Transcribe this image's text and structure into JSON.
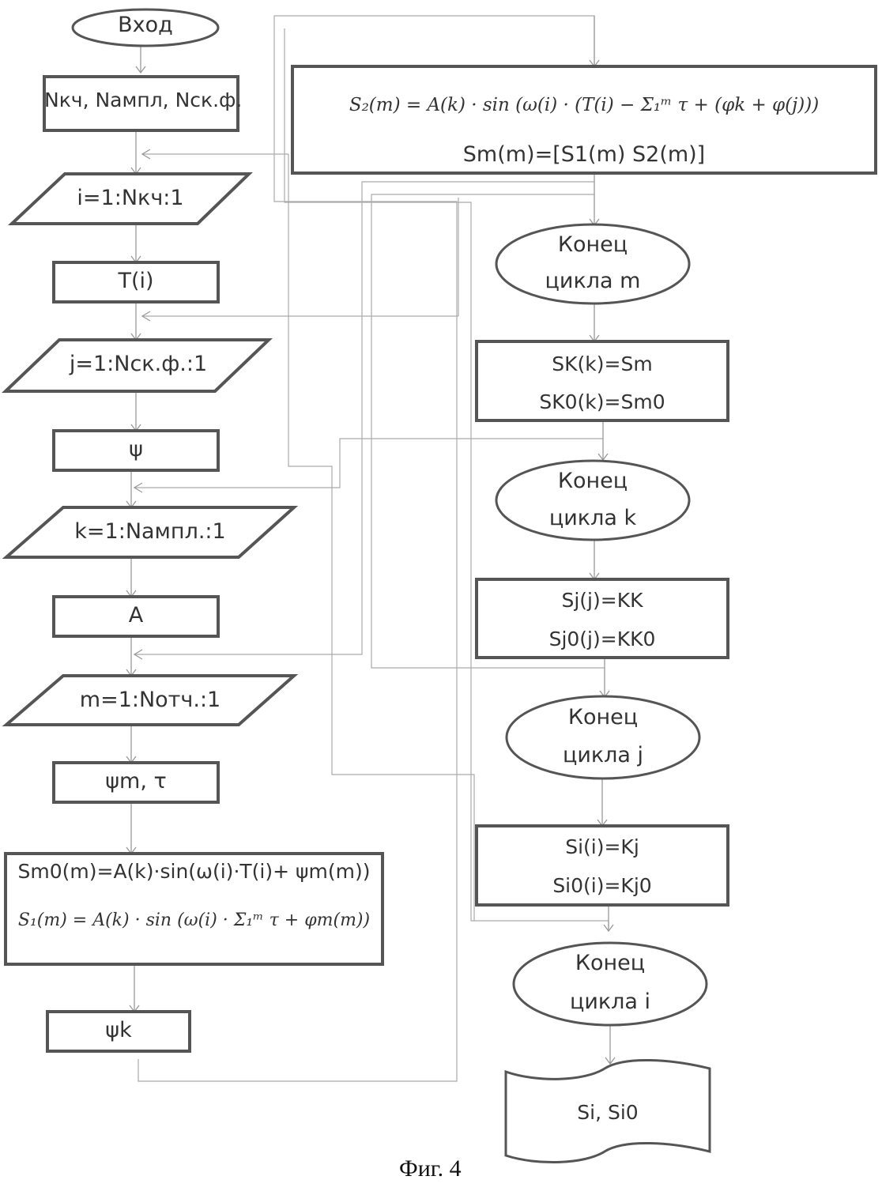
{
  "figure": {
    "caption": "Фиг. 4"
  },
  "nodes": {
    "start": {
      "text": "Вход"
    },
    "input_params": {
      "text": "Nкч, Nампл, Nск.ф."
    },
    "loop_i": {
      "text": "i=1:Nкч:1"
    },
    "period": {
      "text": "T(i)"
    },
    "loop_j": {
      "text": "j=1:Nск.ф.:1"
    },
    "psi": {
      "text": "ψ"
    },
    "loop_k": {
      "text": "k=1:Nампл.:1"
    },
    "amplitude": {
      "text": "A"
    },
    "loop_m": {
      "text": "m=1:Nотч.:1"
    },
    "psi_m_tau": {
      "text": "ψm, τ"
    },
    "compute_s1": {
      "line1": "Sm0(m)=A(k)·sin(ω(i)·T(i)+ ψm(m))",
      "line2": "S₁(m) = A(k) · sin (ω(i) · Σ₁ᵐ τ + φm(m))"
    },
    "psi_k": {
      "text": "ψk"
    },
    "compute_s2": {
      "line1": "S₂(m) = A(k) · sin (ω(i) · (T(i) − Σ₁ᵐ τ + (φk + φ(j)))",
      "line2": "Sm(m)=[S1(m) S2(m)]"
    },
    "end_m": {
      "line1": "Конец",
      "line2": "цикла m"
    },
    "assign_k": {
      "line1": "SK(k)=Sm",
      "line2": "SK0(k)=Sm0"
    },
    "end_k": {
      "line1": "Конец",
      "line2": "цикла k"
    },
    "assign_j": {
      "line1": "Sj(j)=KK",
      "line2": "Sj0(j)=KK0"
    },
    "end_j": {
      "line1": "Конец",
      "line2": "цикла j"
    },
    "assign_i": {
      "line1": "Si(i)=Kj",
      "line2": "Si0(i)=Kj0"
    },
    "end_i": {
      "line1": "Конец",
      "line2": "цикла i"
    },
    "output": {
      "text": "Si, Si0"
    }
  }
}
